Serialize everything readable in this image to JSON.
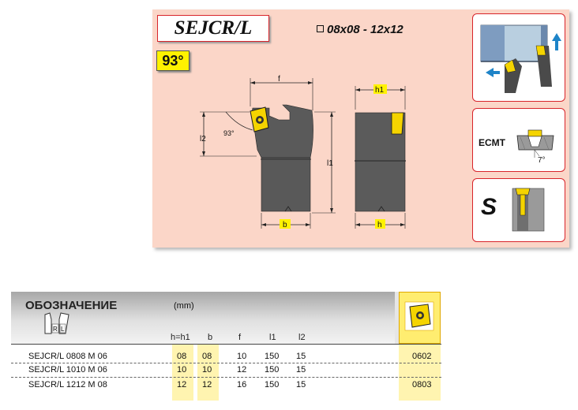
{
  "header": {
    "title": "SEJCR/L",
    "angle": "93°",
    "size_range": "08x08 - 12x12"
  },
  "drawing": {
    "dim_f": "f",
    "dim_h1": "h1",
    "dim_l2": "l2",
    "dim_l1": "l1",
    "dim_b": "b",
    "dim_h": "h",
    "angle_label": "93°",
    "clearance_angle": "7°"
  },
  "side_cards": {
    "insert_type": "ECMT",
    "clamping": "S"
  },
  "table": {
    "title": "ОБОЗНАЧЕНИЕ",
    "unit": "(mm)",
    "hand_right": "R",
    "hand_left": "L",
    "columns": [
      "h=h1",
      "b",
      "f",
      "l1",
      "l2"
    ],
    "rows": [
      {
        "designation": "SEJCR/L  0808  M  06",
        "values": [
          "08",
          "08",
          "10",
          "150",
          "15"
        ],
        "insert": "0602"
      },
      {
        "designation": "SEJCR/L  1010  M  06",
        "values": [
          "10",
          "10",
          "12",
          "150",
          "15"
        ],
        "insert": ""
      },
      {
        "designation": "SEJCR/L  1212  M  08",
        "values": [
          "12",
          "12",
          "16",
          "150",
          "15"
        ],
        "insert": "0803"
      }
    ]
  }
}
